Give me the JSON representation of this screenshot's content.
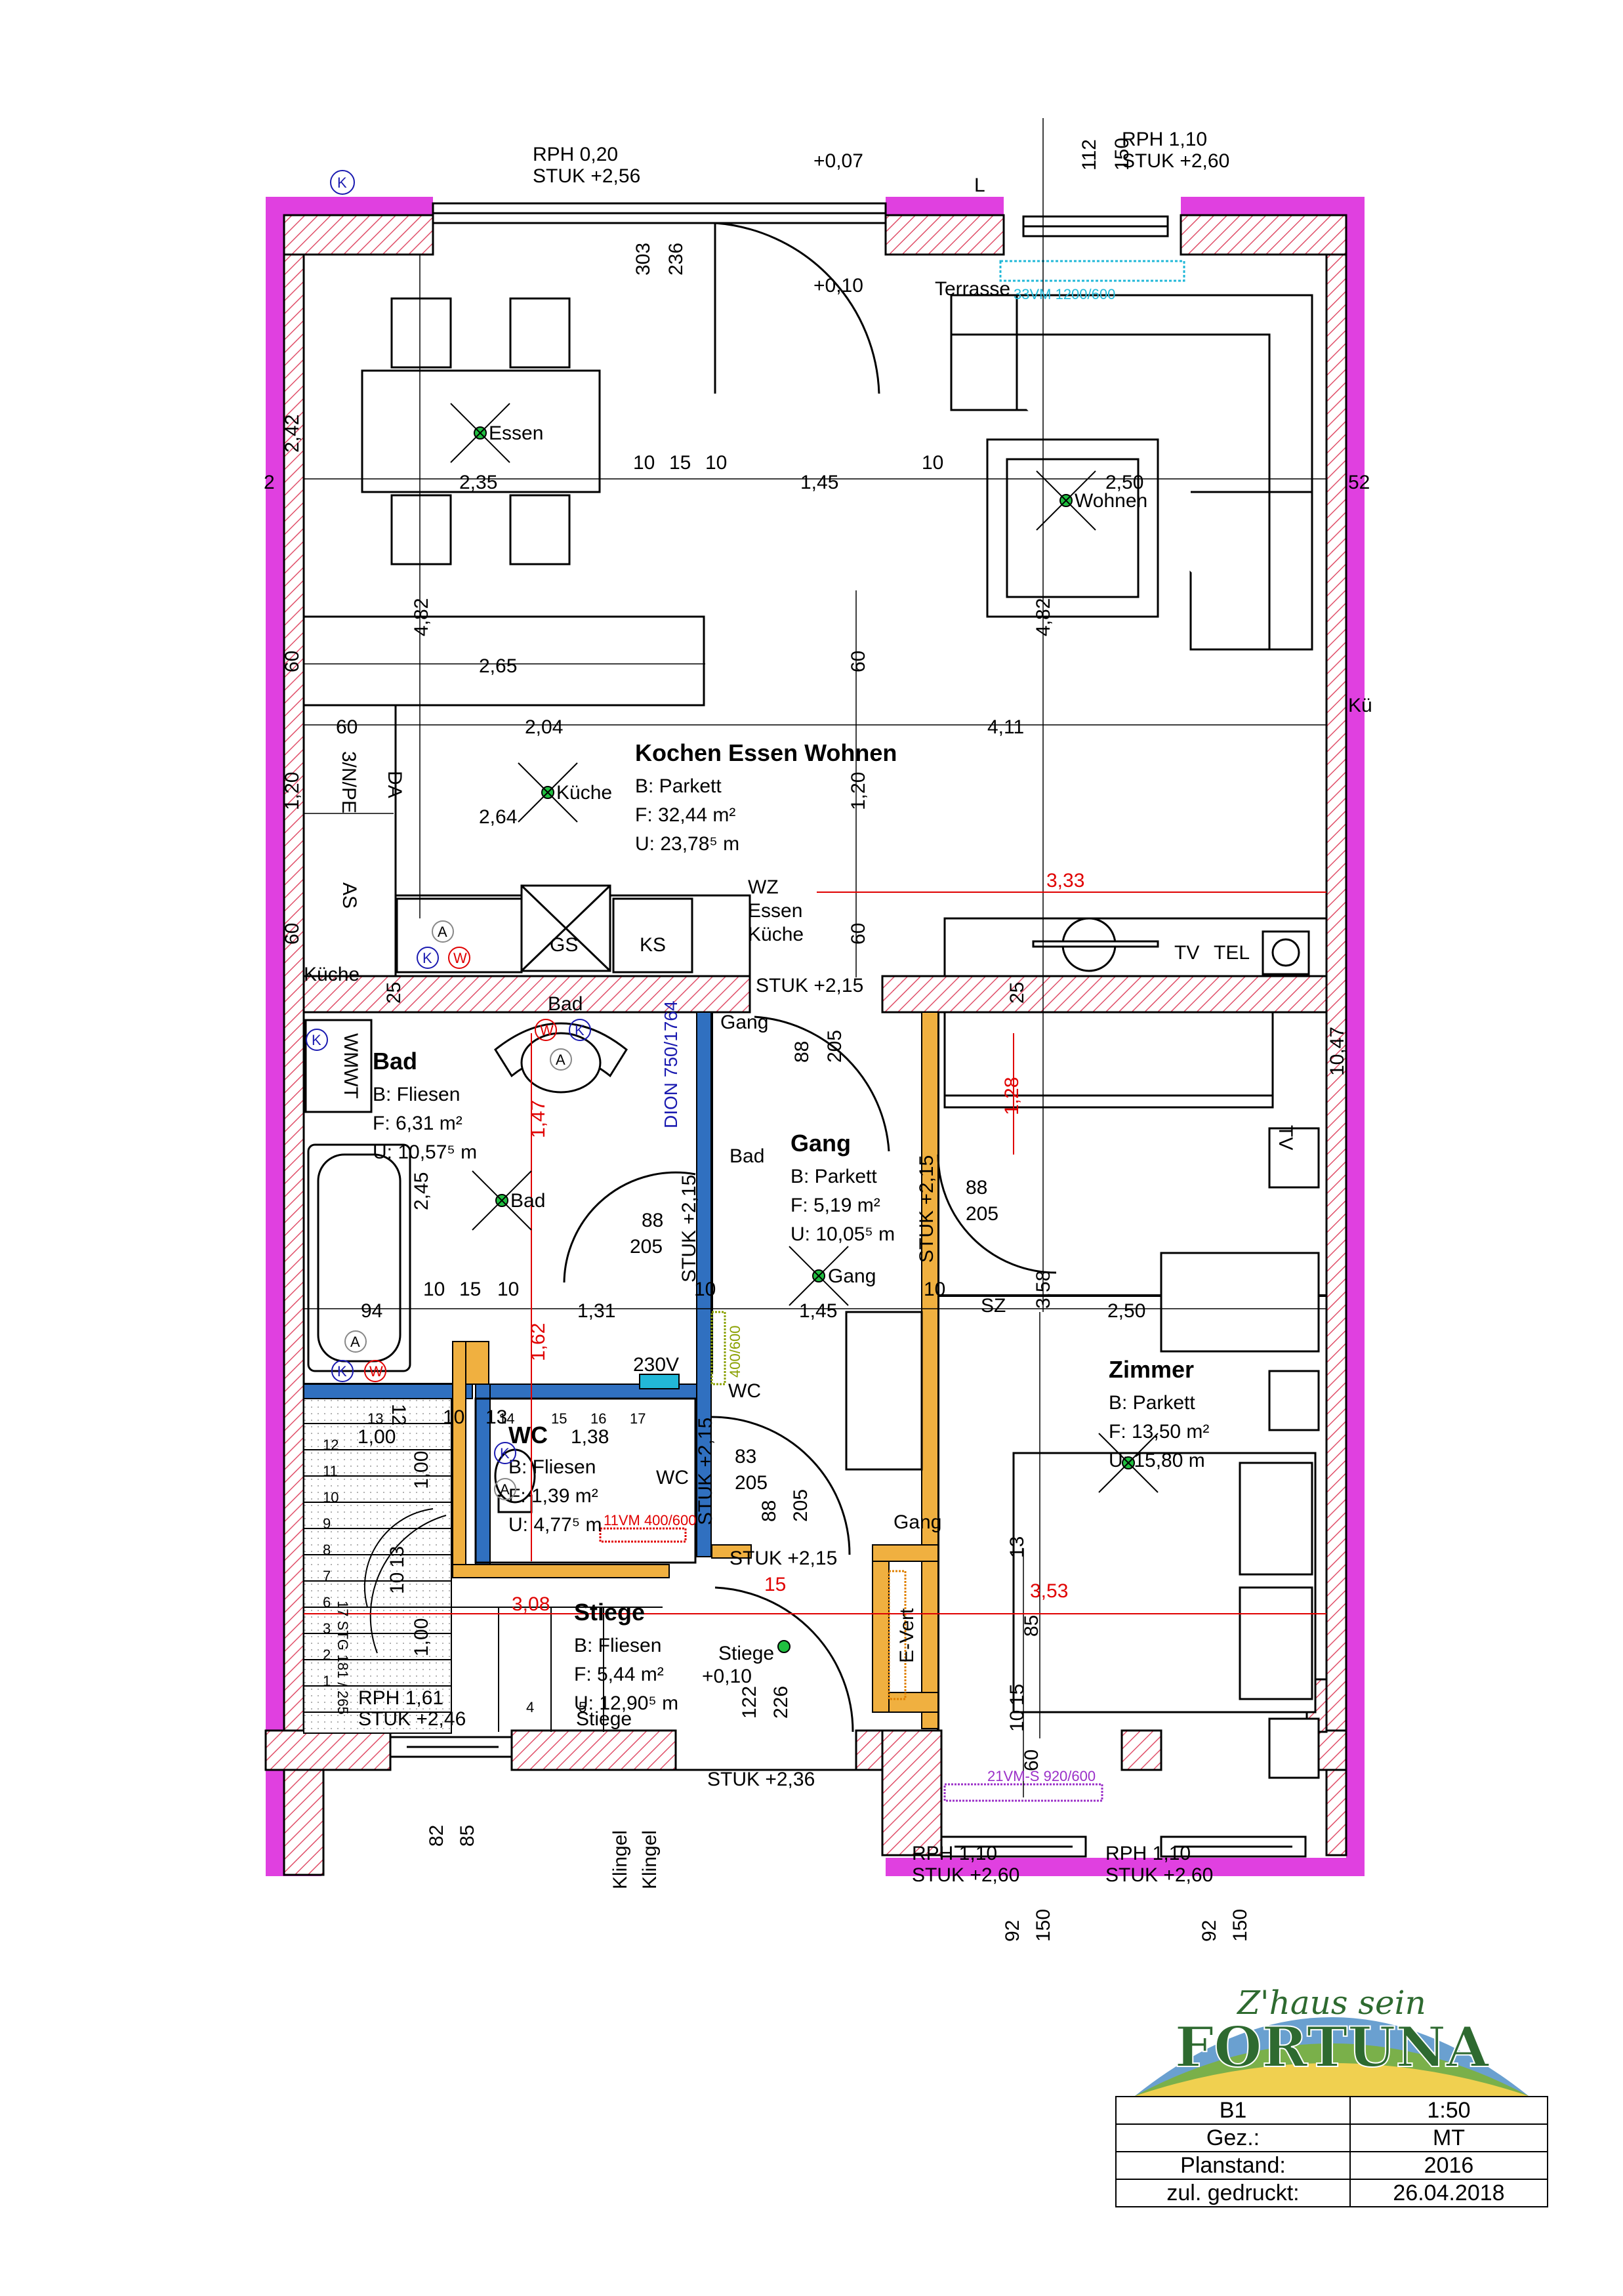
{
  "rooms": {
    "kochen": {
      "name": "Kochen Essen Wohnen",
      "floor": "B: Parkett",
      "area": "F: 32,44 m²",
      "perimeter": "U: 23,78⁵ m"
    },
    "bad": {
      "name": "Bad",
      "floor": "B: Fliesen",
      "area": "F: 6,31 m²",
      "perimeter": "U: 10,57⁵ m"
    },
    "gang": {
      "name": "Gang",
      "floor": "B: Parkett",
      "area": "F: 5,19 m²",
      "perimeter": "U: 10,05⁵ m"
    },
    "zimmer": {
      "name": "Zimmer",
      "floor": "B: Parkett",
      "area": "F: 13,50 m²",
      "perimeter": "U: 15,80 m"
    },
    "wc": {
      "name": "WC",
      "floor": "B: Fliesen",
      "area": "F: 1,39 m²",
      "perimeter": "U: 4,77⁵ m"
    },
    "stiege": {
      "name": "Stiege",
      "floor": "B: Fliesen",
      "area": "F: 5,44 m²",
      "perimeter": "U: 12,90⁵ m"
    }
  },
  "labels": {
    "rph_top_left": "RPH 0,20",
    "stuk_top_left": "STUK +2,56",
    "rph_top_right": "RPH 1,10",
    "stuk_top_right": "STUK +2,60",
    "level_007": "+0,07",
    "level_010": "+0,10",
    "level_stiege": "+0,10",
    "terrasse": "Terrasse",
    "essen": "Essen",
    "wohnen": "Wohnen",
    "kueche": "Küche",
    "kueche2": "Küche",
    "kueche_right": "Kü",
    "wz": "WZ",
    "essen2": "Essen",
    "kueche3": "Küche",
    "gs": "GS",
    "ks": "KS",
    "as": "AS",
    "ds": "3/N/PE",
    "da": "DA",
    "tv": "TV",
    "tel": "TEL",
    "tv2": "TV",
    "sz": "SZ",
    "bad_switch": "Bad",
    "bad_top": "Bad",
    "bad_light": "Bad",
    "gang_switch": "Gang",
    "gang_light": "Gang",
    "gang_switch2": "Gang",
    "wc_light": "WC",
    "wc_switch": "WC",
    "stiege_light": "Stiege",
    "stiege_switch": "Stiege",
    "stuk_215_a": "STUK +2,15",
    "stuk_215_b": "STUK +2,15",
    "stuk_215_c": "STUK +2,15",
    "stuk_215_d": "STUK +2,15",
    "stuk_215_e": "STUK +2,15",
    "stuk_236": "STUK +2,36",
    "rph_161": "RPH 1,61",
    "stuk_246": "STUK +2,46",
    "rph_bl": "RPH 1,10",
    "stuk_bl": "STUK +2,60",
    "rph_br": "RPH 1,10",
    "stuk_br": "STUK +2,60",
    "dion": "DION 750/1764",
    "radiator_kwe": "33VM 1200/600",
    "radiator_wc": "11VM 400/600",
    "radiator_zimmer": "21VM-S 920/600",
    "radiator_gang": "400/600",
    "v230": "230V",
    "evert": "E-Vert",
    "wmwt": "WMWT",
    "klingel1": "Klingel",
    "klingel2": "Klingel",
    "k": "K",
    "w": "W",
    "a": "A",
    "l": "L"
  },
  "dims": {
    "d303": "303",
    "d236": "236",
    "d112": "112",
    "d150t": "150",
    "d242": "2,42",
    "d2": "2",
    "d235": "2,35",
    "d10a": "10",
    "d15a": "15",
    "d10b": "10",
    "d145": "1,45",
    "d10c": "10",
    "d250": "2,50",
    "d52": "52",
    "d482a": "4,82",
    "d482b": "4,82",
    "d60a": "60",
    "d265": "2,65",
    "d60b": "60",
    "d60c": "60",
    "d204": "2,04",
    "d411": "4,11",
    "d120a": "1,20",
    "d264": "2,64",
    "d120b": "1,20",
    "d333": "3,33",
    "d60d": "60",
    "d60e": "60",
    "d25a": "25",
    "d25b": "25",
    "d1047": "10,47",
    "d88a": "88",
    "d205a": "205",
    "d147": "1,47",
    "d128": "1,28",
    "d245": "2,45",
    "d88b": "88",
    "d205b": "205",
    "d88c": "88",
    "d205c": "205",
    "d94": "94",
    "d10d": "10",
    "d15b": "15",
    "d10e": "10",
    "d131": "1,31",
    "d10f": "10",
    "d145b": "1,45",
    "d10g": "10",
    "d358": "3,58",
    "d250b": "2,50",
    "d162": "1,62",
    "d12": "12",
    "d100a": "1,00",
    "d10h": "10",
    "d13a": "13",
    "d138": "1,38",
    "d100b": "1,00",
    "d83": "83",
    "d205d": "205",
    "d88d": "88",
    "d205e": "205",
    "d13b": "13",
    "d13c": "13",
    "d10i": "10",
    "d308": "3,08",
    "d15c": "15",
    "d353": "3,53",
    "d85": "85",
    "d15d": "15",
    "d10j": "10",
    "d60f": "60",
    "d100c": "1,00",
    "d122": "122",
    "d226": "226",
    "d82": "82",
    "d85b": "85",
    "d92a": "92",
    "d150a": "150",
    "d92b": "92",
    "d150b": "150"
  },
  "stairs": [
    "1",
    "2",
    "3",
    "4",
    "5",
    "6",
    "7",
    "8",
    "9",
    "10",
    "11",
    "12",
    "13",
    "14",
    "15",
    "16",
    "17"
  ],
  "stair_note": "17 STG 181 / 265",
  "titleblock": {
    "r1c1": "B1",
    "r1c2": "1:50",
    "r2c1": "Gez.:",
    "r2c2": "MT",
    "r3c1": "Planstand:",
    "r3c2": "2016",
    "r4c1": "zul. gedruckt:",
    "r4c2": "26.04.2018"
  },
  "logo": {
    "script": "Z'haus sein",
    "brand": "FORTUNA"
  },
  "colors": {
    "wall_hatch": "#e0506a",
    "wall_pink": "#e040e0",
    "insulation": "#f0b040",
    "blue_wall": "#3070c0",
    "red_dim": "#e00000"
  }
}
